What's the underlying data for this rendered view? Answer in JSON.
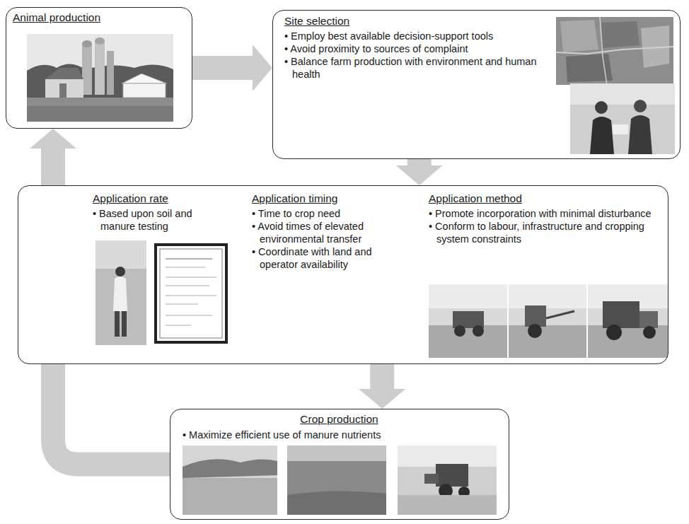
{
  "diagram": {
    "nodes": [
      {
        "text": [
          "Animal production"
        ]
      },
      {
        "text": [
          "Site selection",
          "• Employ best available decision-support tools",
          "• Avoid proximity to sources of complaint",
          "• Balance farm production with environment and human health"
        ]
      },
      {
        "text": [
          "Application rate",
          "• Based upon soil and manure testing",
          "Application timing",
          "• Time to crop need",
          "• Avoid times of elevated environmental transfer",
          "• Coordinate with land and operator availability",
          "Application method",
          "• Promote incorporation with minimal disturbance",
          "• Conform to labour, infrastructure and cropping system constraints"
        ]
      },
      {
        "text": [
          "Crop production",
          "• Maximize efficient use of manure nutrients"
        ]
      }
    ],
    "edges": [
      {
        "from": 0,
        "to": 1,
        "arrow": "to"
      },
      {
        "from": 1,
        "to": 2,
        "arrow": "to"
      },
      {
        "from": 2,
        "to": 3,
        "arrow": "to"
      },
      {
        "from": 3,
        "to": 0,
        "arrow": "to"
      }
    ]
  }
}
